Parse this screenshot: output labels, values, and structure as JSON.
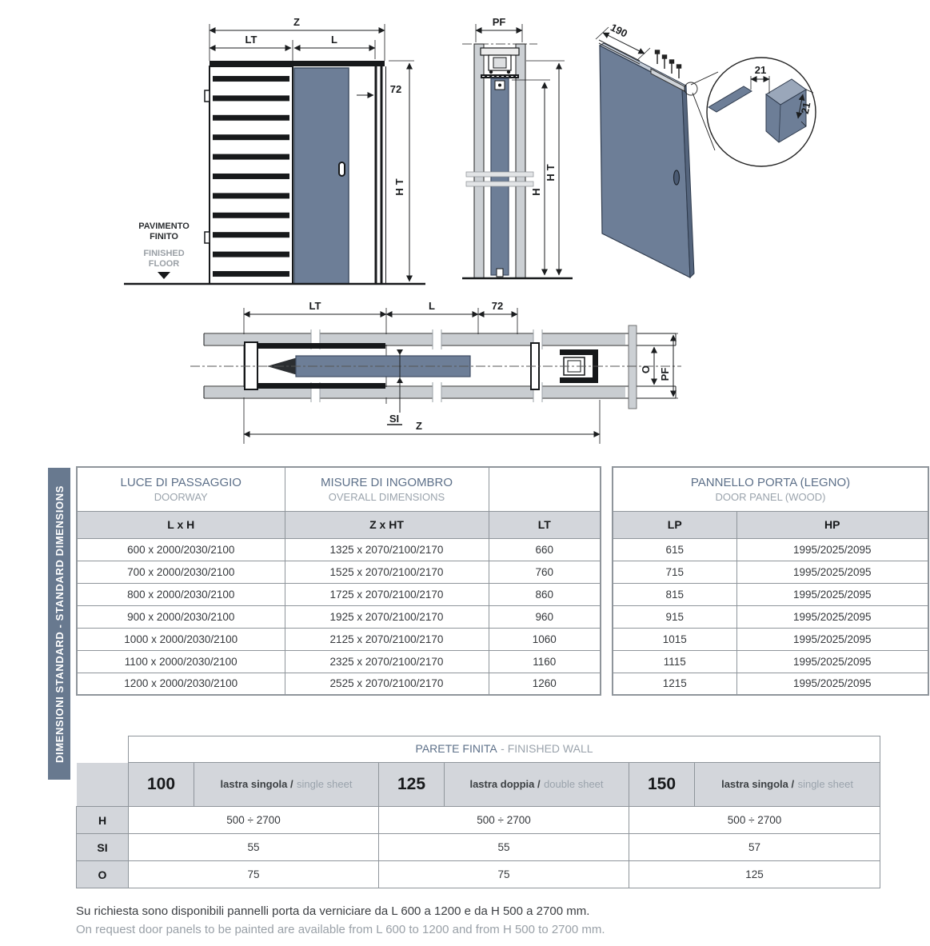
{
  "colors": {
    "accent_red": "#bf1e3e",
    "panel_blue": "#6d7e97",
    "panel_blue_dark": "#55657d",
    "panel_blue_light": "#9aa7ba",
    "sidebar_bg": "#68798f",
    "header_text": "#5d7089"
  },
  "sidebar": {
    "label": "DIMENSIONI STANDARD - STANDARD DIMENSIONS"
  },
  "drawings": {
    "front_elevation": {
      "dim_z": "Z",
      "dim_lt": "LT",
      "dim_l": "L",
      "dim_72": "72",
      "dim_ht": "HT",
      "floor_it1": "PAVIMENTO",
      "floor_it2": "FINITO",
      "floor_en1": "FINISHED",
      "floor_en2": "FLOOR"
    },
    "vertical_section": {
      "dim_pf": "PF",
      "dim_ht": "HT",
      "dim_h": "H"
    },
    "panel_3d": {
      "dim_190": "190",
      "dim_21_top": "21",
      "dim_21_side": "21"
    },
    "plan_section": {
      "dim_lt": "LT",
      "dim_l": "L",
      "dim_72": "72",
      "dim_o": "O",
      "dim_pf": "PF",
      "dim_si": "SI",
      "dim_z": "Z"
    }
  },
  "tables": {
    "left": {
      "h1_title": "LUCE DI PASSAGGIO",
      "h1_sub": "DOORWAY",
      "h2_title": "MISURE DI INGOMBRO",
      "h2_sub": "OVERALL DIMENSIONS",
      "c1": "L x H",
      "c2": "Z x HT",
      "c3": "LT",
      "rows": [
        [
          "600 x 2000/2030/2100",
          "1325 x 2070/2100/2170",
          "660"
        ],
        [
          "700 x 2000/2030/2100",
          "1525 x 2070/2100/2170",
          "760"
        ],
        [
          "800 x 2000/2030/2100",
          "1725 x 2070/2100/2170",
          "860"
        ],
        [
          "900 x 2000/2030/2100",
          "1925 x 2070/2100/2170",
          "960"
        ],
        [
          "1000 x 2000/2030/2100",
          "2125 x 2070/2100/2170",
          "1060"
        ],
        [
          "1100 x 2000/2030/2100",
          "2325 x 2070/2100/2170",
          "1160"
        ],
        [
          "1200 x 2000/2030/2100",
          "2525 x 2070/2100/2170",
          "1260"
        ]
      ]
    },
    "right": {
      "h_title": "PANNELLO PORTA (LEGNO)",
      "h_sub": "DOOR PANEL (WOOD)",
      "c1": "LP",
      "c2": "HP",
      "rows": [
        [
          "615",
          "1995/2025/2095"
        ],
        [
          "715",
          "1995/2025/2095"
        ],
        [
          "815",
          "1995/2025/2095"
        ],
        [
          "915",
          "1995/2025/2095"
        ],
        [
          "1015",
          "1995/2025/2095"
        ],
        [
          "1115",
          "1995/2025/2095"
        ],
        [
          "1215",
          "1995/2025/2095"
        ]
      ]
    }
  },
  "wall_table": {
    "title_it": "PARETE FINITA",
    "title_en": "- FINISHED WALL",
    "variants": [
      {
        "size": "100",
        "type_it": "lastra singola /",
        "type_en": "single sheet"
      },
      {
        "size": "125",
        "type_it": "lastra doppia /",
        "type_en": "double sheet"
      },
      {
        "size": "150",
        "type_it": "lastra singola /",
        "type_en": "single sheet"
      }
    ],
    "rows": [
      {
        "label": "H",
        "values": [
          "500 ÷ 2700",
          "500 ÷ 2700",
          "500 ÷ 2700"
        ]
      },
      {
        "label": "SI",
        "values": [
          "55",
          "55",
          "57"
        ]
      },
      {
        "label": "O",
        "values": [
          "75",
          "75",
          "125"
        ]
      }
    ]
  },
  "notes": {
    "it": "Su richiesta sono disponibili pannelli porta da verniciare da L 600 a 1200 e da H 500 a 2700 mm.",
    "en": "On request door panels to be painted are available from L 600 to 1200 and from H 500 to 2700 mm."
  }
}
